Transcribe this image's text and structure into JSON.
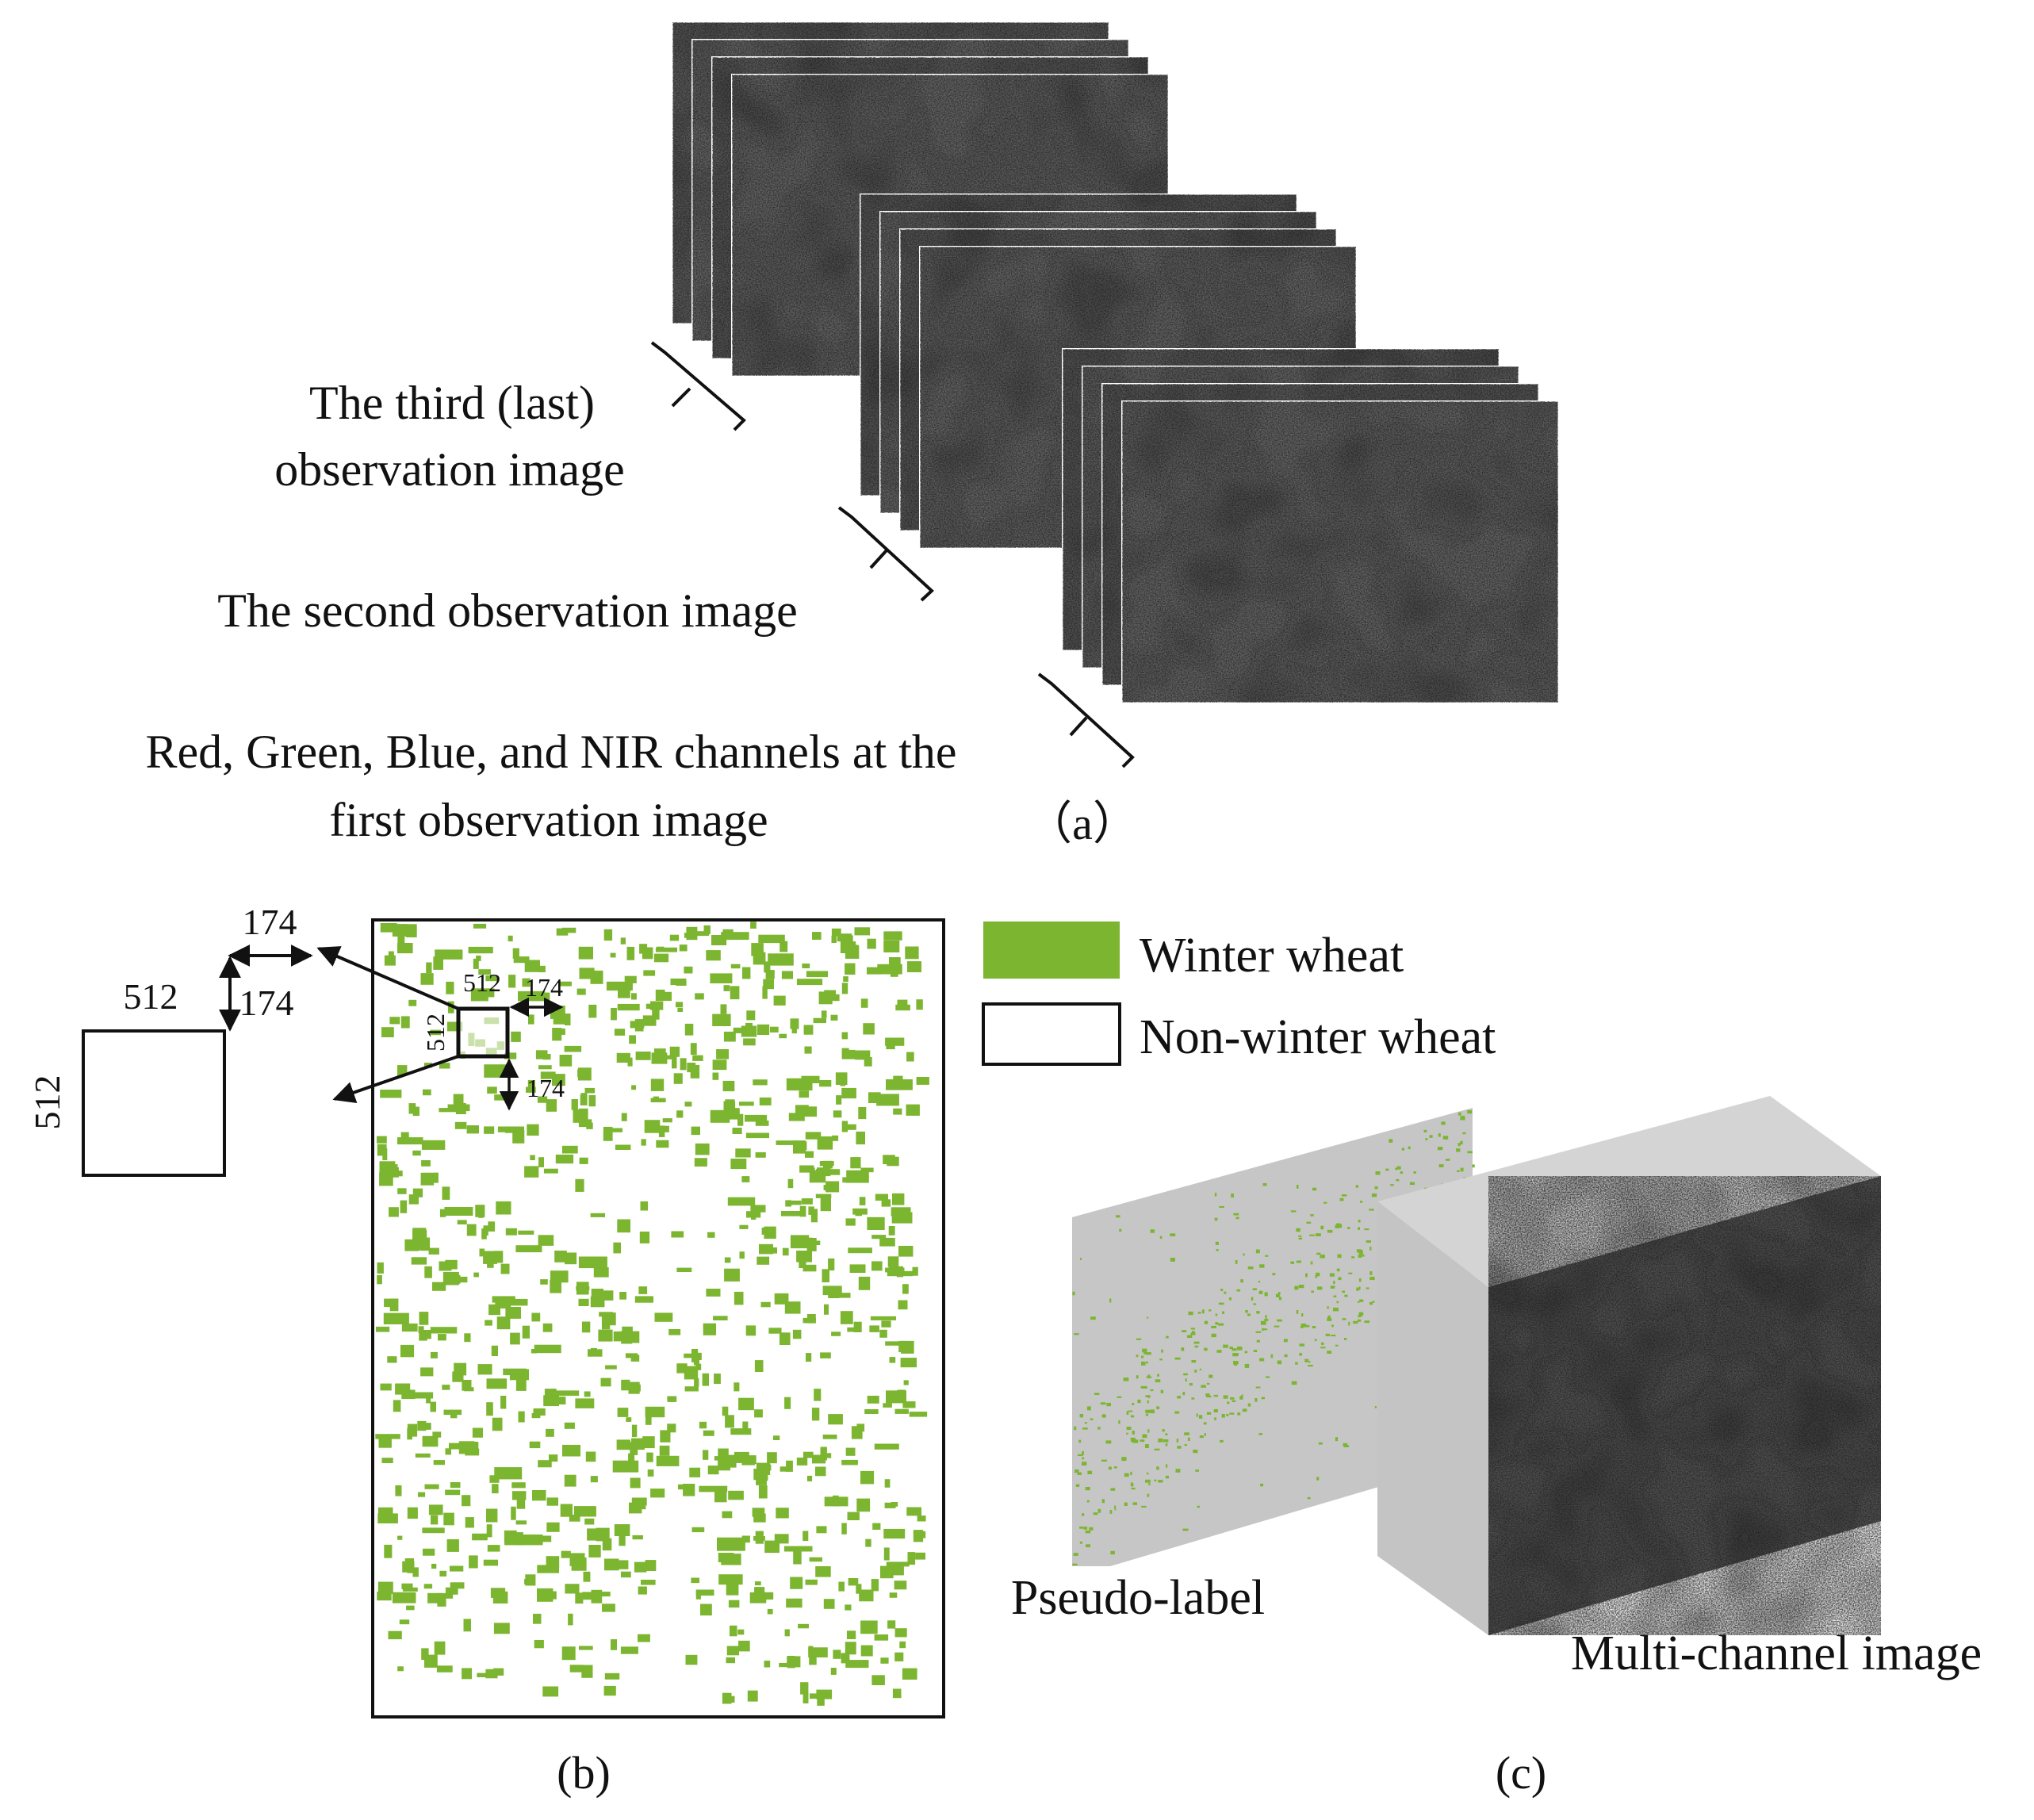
{
  "panel_a": {
    "label_last": [
      "The third (last)",
      "observation image"
    ],
    "label_second": "The second observation image",
    "label_first": [
      "Red, Green, Blue, and NIR channels at the",
      "first observation image"
    ],
    "caption": "（a）"
  },
  "panel_b": {
    "dim_tile_width": "512",
    "dim_tile_height": "512",
    "dim_overlap_h": "174",
    "dim_overlap_v": "174",
    "dim_inner_width": "512",
    "dim_inner_height": "512",
    "dim_inner_overlap_h": "174",
    "dim_inner_overlap_v": "174",
    "caption": "(b)"
  },
  "legend": {
    "winter_wheat": "Winter wheat",
    "non_winter_wheat": "Non-winter wheat"
  },
  "panel_c": {
    "pseudo_label": "Pseudo-label",
    "multi_channel": "Multi-channel image",
    "caption": "(c)"
  },
  "colors": {
    "wheat_green": "#7cb530",
    "box_side": "#c8c8c8",
    "box_top": "#d4d4d4",
    "pseudo_bg": "#c6c6c6",
    "image_dark": "#4a4a4a"
  }
}
